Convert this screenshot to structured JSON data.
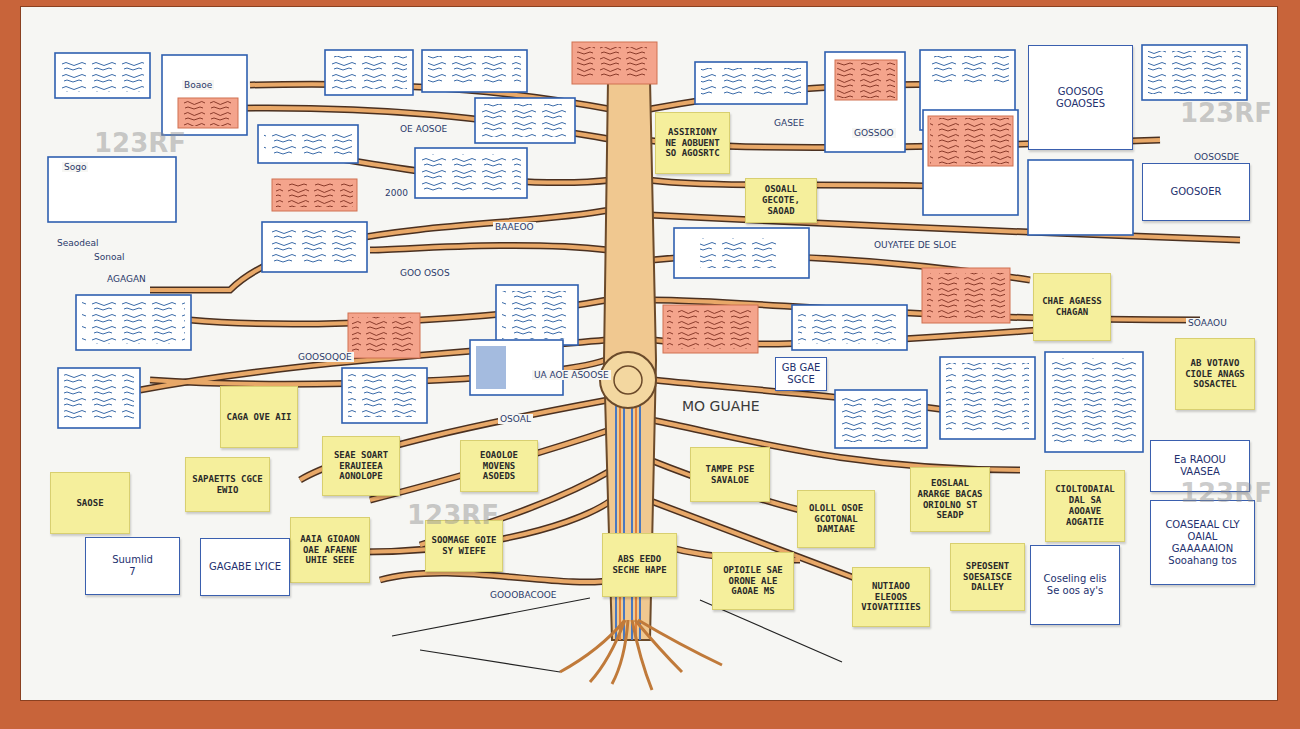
{
  "diagram": {
    "nodes": [
      {
        "text": [
          "GOOSOG GOAOSES"
        ]
      },
      {
        "text": [
          "ASSIRIONY NE AOBUENT SO AGOSRTC"
        ]
      },
      {
        "text": [
          "GOOSOER"
        ]
      },
      {
        "text": [
          "OSOALL GECOTE, SAOAD"
        ]
      },
      {
        "text": [
          "CHAE AGAESS CHAGAN"
        ]
      },
      {
        "text": [
          "GB GAE SGCE"
        ]
      },
      {
        "text": [
          "AB VOTAVO CIOLE ANAGS SOSACTEL"
        ]
      },
      {
        "text": [
          "CAGA OVE AII"
        ]
      },
      {
        "text": [
          "SEAE SOART ERAUIEEA AONOLOPE"
        ]
      },
      {
        "text": [
          "EOAOLOE MOVENS ASOEDS"
        ]
      },
      {
        "text": [
          "TAMPE PSE SAVALOE"
        ]
      },
      {
        "text": [
          "Ea RAOOU VAASEA"
        ]
      },
      {
        "text": [
          "EOSLAAL ARARGE BACAS ORIOLNO ST SEADP"
        ]
      },
      {
        "text": [
          "CIOLTODAIAL DAL SA AOOAVE AOGATIE"
        ]
      },
      {
        "text": [
          "SAOSE"
        ]
      },
      {
        "text": [
          "SAPAETTS CGCE EWIO"
        ]
      },
      {
        "text": [
          "OLOLL OSOE GCOTONAL DAMIAAE"
        ]
      },
      {
        "text": [
          "COASEAAL CLY OAIAL GAAAAAION",
          "Sooahang tos"
        ]
      },
      {
        "text": [
          "AAIA GIOAON OAE AFAENE UHIE SEEE"
        ]
      },
      {
        "text": [
          "SOOMAGE GOIE SY WIEFE"
        ]
      },
      {
        "text": [
          "ABS EEDO SECHE HAPE"
        ]
      },
      {
        "text": [
          "Suumlid",
          "7"
        ]
      },
      {
        "text": [
          "GAGABE LYICE"
        ]
      },
      {
        "text": [
          "SPEOSENT SOESAISCE DALLEY"
        ]
      },
      {
        "text": [
          "Coseling elis",
          "Se oos ay's"
        ]
      },
      {
        "text": [
          "OPIOILE SAE ORONE ALE GAOAE MS"
        ]
      },
      {
        "text": [
          "NUTIAOO ELEOOS VIOVATIIIES"
        ]
      }
    ],
    "labels": [
      "123RF",
      "123RF",
      "123RF",
      "123RF",
      "Boaoe",
      "Sogo",
      "Seaodeal",
      "Sonoal",
      "AGAGAN",
      "OE AOSOE",
      "GASEE",
      "GOSSOO",
      "OOSOSDE",
      "2000",
      "GOO OSOS",
      "BAAEOO",
      "OUYATEE DE SLOE",
      "SOAAOU",
      "GOOSOQOE",
      "OSOAL",
      "MO GUAHE",
      "GOOOBACOOE",
      "UA AOE ASOOSE"
    ]
  }
}
